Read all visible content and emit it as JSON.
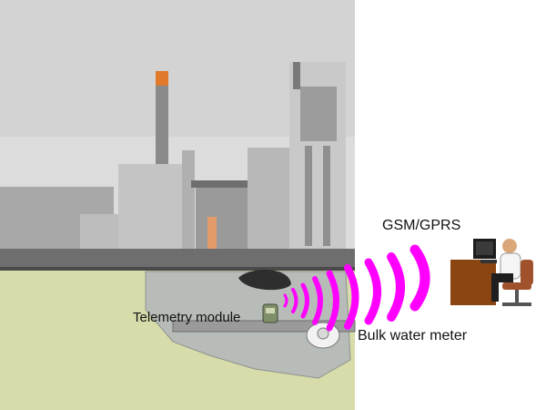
{
  "labels": {
    "gsm": "GSM/GPRS",
    "telemetry": "Telemetry module",
    "meter": "Bulk water meter"
  },
  "colors": {
    "sky": "#dcdcdc",
    "building": "#a8a8a8",
    "building_dark": "#7a7a7a",
    "road": "#6e6e6e",
    "ground": "#d7dcaa",
    "chimney_top": "#e07a2a",
    "signal": "#ff00ff",
    "chair": "#a0522d"
  },
  "icons": {
    "signal": "wireless-signal-waves-icon",
    "operator": "computer-operator-icon",
    "module": "telemetry-module-icon",
    "meter": "water-meter-icon"
  }
}
